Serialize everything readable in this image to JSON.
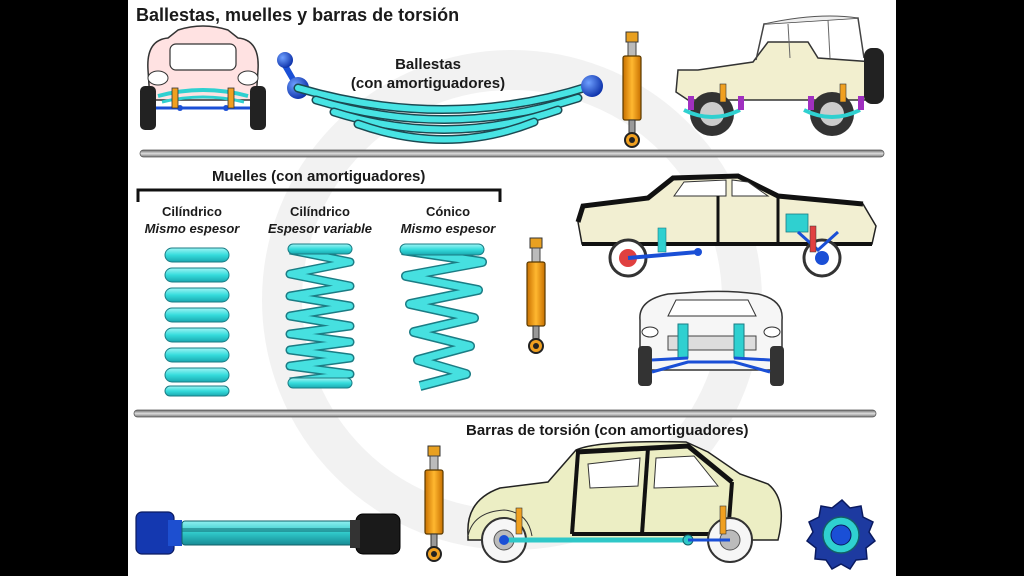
{
  "title": "Ballestas, muelles y barras de torsión",
  "section_leaf": {
    "line1": "Ballestas",
    "line2": "(con amortiguadores)"
  },
  "section_coil": {
    "heading": "Muelles  (con amortiguadores)",
    "types": [
      {
        "name": "Cilíndrico",
        "sub": "Mismo espesor"
      },
      {
        "name": "Cilíndrico",
        "sub": "Espesor variable"
      },
      {
        "name": "Cónico",
        "sub": "Mismo espesor"
      }
    ]
  },
  "section_torsion": {
    "heading": "Barras de torsión (con amortiguadores)"
  },
  "colors": {
    "coil": "#35e0e0",
    "shock_body": "#f0a020",
    "blue": "#1a4fd6",
    "car_body": "#f2efd2",
    "rail": "#888888"
  },
  "icons": [
    "leaf-spring-icon",
    "shock-absorber-icon",
    "coil-spring-icon",
    "torsion-bar-icon",
    "jeep-icon",
    "sedan-icon",
    "classic-car-icon",
    "spline-socket-icon"
  ]
}
